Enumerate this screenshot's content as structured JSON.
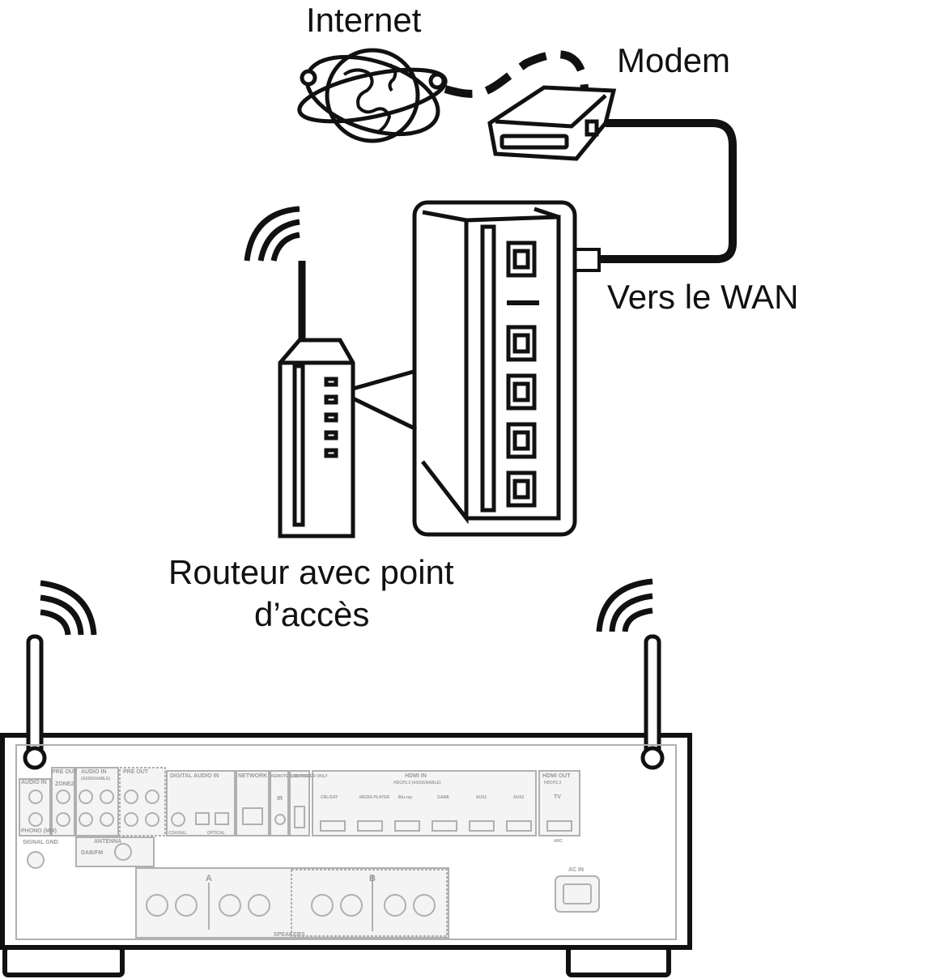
{
  "labels": {
    "internet": "Internet",
    "modem": "Modem",
    "wan": "Vers le WAN",
    "router_line1": "Routeur avec point",
    "router_line2": "d’accès"
  },
  "receiver_panel": {
    "audio_in": "AUDIO IN",
    "pre_out": "PRE OUT",
    "audio_in_assignable": "AUDIO IN",
    "assignable": "(ASSIGNABLE)",
    "pre_out2": "PRE OUT",
    "digital_audio_in": "DIGITAL AUDIO IN",
    "network": "NETWORK",
    "remote_control": "REMOTE CONTROL",
    "usb": "USB POWER ONLY",
    "hdmi_in": "HDMI IN",
    "hdcp": "HDCP2.3 (ASSIGNABLE)",
    "hdmi_out": "HDMI OUT",
    "hdcp_out": "HDCP2.3",
    "tv": "TV",
    "arc": "ARC",
    "antenna": "ANTENNA",
    "dab_fm": "DAB/FM",
    "ac_in": "AC IN",
    "speakers": "SPEAKERS",
    "zone2": "ZONE2",
    "phono": "PHONO (MM)",
    "signal_gnd": "SIGNAL GND",
    "coaxial": "COAXIAL",
    "optical": "OPTICAL",
    "ir": "IR",
    "speaker_a": "A",
    "speaker_b": "B",
    "hdmi_inputs": [
      "CBL/SAT",
      "MEDIA PLAYER",
      "Blu-ray",
      "GAME",
      "AUX1",
      "AUX2"
    ]
  },
  "colors": {
    "line": "#111111",
    "panel": "#b0b0b0",
    "panel_fill": "#f4f4f4"
  }
}
